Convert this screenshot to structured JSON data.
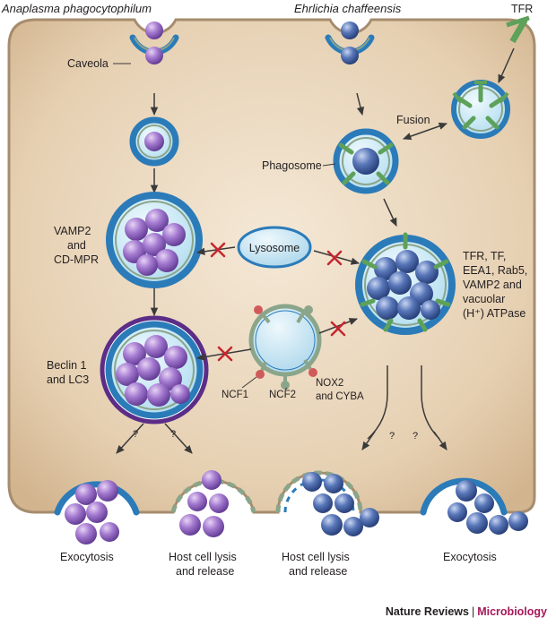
{
  "organisms": {
    "left": "Anaplasma phagocytophilum",
    "right": "Ehrlichia chaffeensis"
  },
  "labels": {
    "tfr": "TFR",
    "caveola": "Caveola",
    "fusion": "Fusion",
    "phagosome": "Phagosome",
    "vamp2_line1": "VAMP2",
    "vamp2_line2": "and",
    "vamp2_line3": "CD-MPR",
    "lysosome": "Lysosome",
    "markers_line1": "TFR, TF,",
    "markers_line2": "EEA1, Rab5,",
    "markers_line3": "VAMP2 and",
    "markers_line4": "vacuolar",
    "markers_line5": "(H⁺) ATPase",
    "beclin_line1": "Beclin 1",
    "beclin_line2": "and LC3",
    "nox2_line1": "NOX2",
    "nox2_line2": "and CYBA",
    "ncf1": "NCF1",
    "ncf2": "NCF2",
    "question": "?"
  },
  "outcomes": {
    "left_exocytosis": "Exocytosis",
    "left_lysis_line1": "Host cell lysis",
    "left_lysis_line2": "and release",
    "right_lysis_line1": "Host cell lysis",
    "right_lysis_line2": "and release",
    "right_exocytosis": "Exocytosis"
  },
  "footer": {
    "journal": "Nature Reviews",
    "separator": "|",
    "section": "Microbiology"
  },
  "colors": {
    "cell_fill": "#e8d4b8",
    "cell_border": "#a68c6e",
    "membrane_blue": "#2b7bb9",
    "vacuole_fill": "#c9e7f3",
    "anaplasma": "#9b6ac4",
    "ehrlichia": "#3e5b9e",
    "inhibit_x": "#c4262e",
    "autophagy_ring": "#5b2d87",
    "receptor_green": "#5ea15a",
    "accent_magenta": "#a8175a"
  }
}
